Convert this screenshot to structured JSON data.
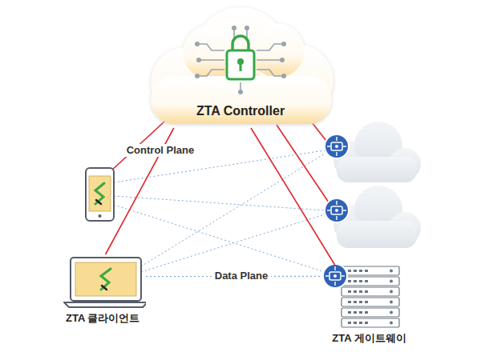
{
  "diagram": {
    "nodes": [
      {
        "text": [
          "ZTA Controller"
        ]
      },
      {
        "text": [
          "ZTA 클라이언트"
        ]
      },
      {
        "text": [
          "ZTA 게이트웨이"
        ]
      }
    ],
    "edges": [
      {
        "from": 0,
        "to": 1,
        "arrow": "none"
      },
      {
        "from": 0,
        "to": 2,
        "arrow": "none"
      },
      {
        "from": 1,
        "to": 2,
        "label": "Data Plane",
        "arrow": "none"
      }
    ],
    "labels": [
      "Control Plane"
    ]
  }
}
